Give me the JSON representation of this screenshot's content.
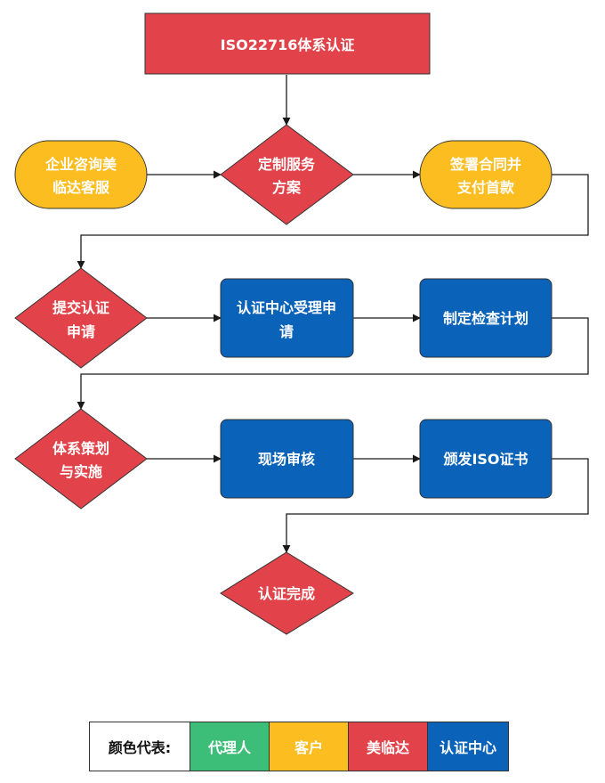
{
  "colors": {
    "agent": "#3cbd78",
    "customer": "#fbbd1f",
    "meilinda": "#e2434a",
    "center": "#0a63b8"
  },
  "nodes": {
    "title": "ISO22716体系认证",
    "consult": [
      "企业咨询美",
      "临达客服"
    ],
    "custom_plan": [
      "定制服务",
      "方案"
    ],
    "sign": [
      "签署合同并",
      "支付首款"
    ],
    "submit": [
      "提交认证",
      "申请"
    ],
    "accept": [
      "认证中心受理申",
      "请"
    ],
    "inspect_plan": [
      "制定检查计划"
    ],
    "implement": [
      "体系策划",
      "与实施"
    ],
    "audit": [
      "现场审核"
    ],
    "issue": [
      "颁发ISO证书"
    ],
    "complete": [
      "认证完成"
    ]
  },
  "legend": {
    "title": "颜色代表:",
    "agent": "代理人",
    "customer": "客户",
    "meilinda": "美临达",
    "center": "认证中心"
  }
}
